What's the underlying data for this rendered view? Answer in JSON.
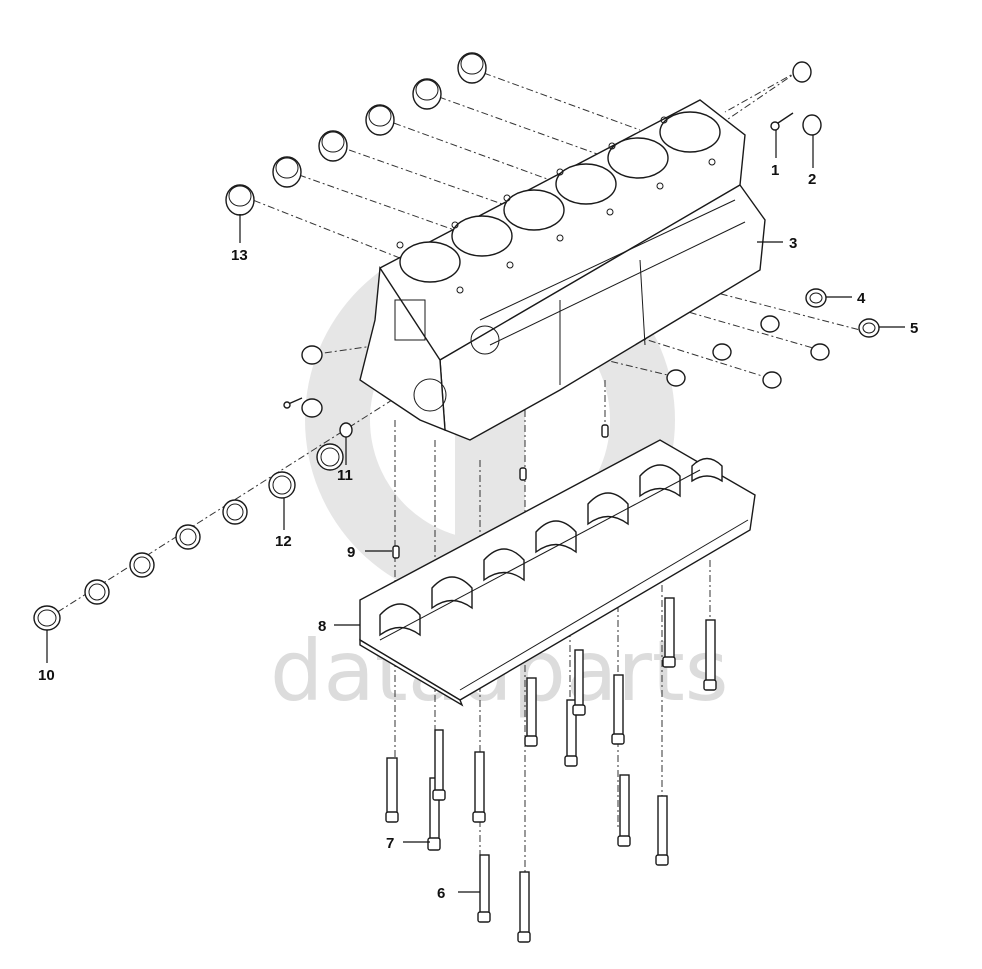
{
  "watermark": {
    "text": "datadparts",
    "color": "#dcdcdc"
  },
  "callouts": [
    {
      "id": "1",
      "label": "1"
    },
    {
      "id": "2",
      "label": "2"
    },
    {
      "id": "3",
      "label": "3"
    },
    {
      "id": "4",
      "label": "4"
    },
    {
      "id": "5",
      "label": "5"
    },
    {
      "id": "6",
      "label": "6"
    },
    {
      "id": "7",
      "label": "7"
    },
    {
      "id": "8",
      "label": "8"
    },
    {
      "id": "9",
      "label": "9"
    },
    {
      "id": "10",
      "label": "10"
    },
    {
      "id": "11",
      "label": "11"
    },
    {
      "id": "12",
      "label": "12"
    },
    {
      "id": "13",
      "label": "13"
    }
  ],
  "colors": {
    "line": "#1a1a1a",
    "background": "#ffffff"
  }
}
